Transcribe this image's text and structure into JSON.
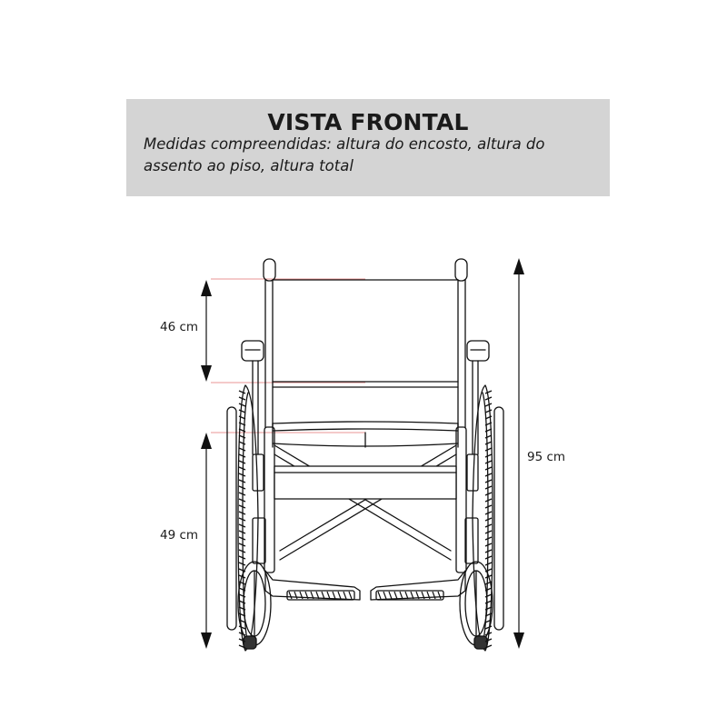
{
  "header": {
    "title": "VISTA FRONTAL",
    "subtitle": "Medidas compreendidas: altura do encosto, altura do assento ao piso, altura total",
    "background_color": "#d4d4d4"
  },
  "dimensions": {
    "backrest_height": "46 cm",
    "seat_height": "49 cm",
    "total_height": "95 cm"
  },
  "colors": {
    "line": "#111111",
    "guide": "#e07070"
  }
}
